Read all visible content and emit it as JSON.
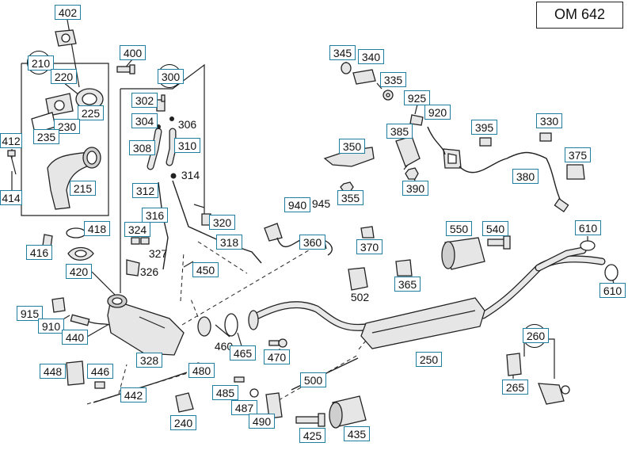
{
  "title": "OM 642",
  "parts": {
    "p402": "402",
    "p400": "400",
    "p210": "210",
    "p220": "220",
    "p225": "225",
    "p230": "230",
    "p235": "235",
    "p412": "412",
    "p414": "414",
    "p215": "215",
    "p418": "418",
    "p416": "416",
    "p420": "420",
    "p300": "300",
    "p302": "302",
    "p304": "304",
    "p306": "306",
    "p308": "308",
    "p310": "310",
    "p312": "312",
    "p314": "314",
    "p316": "316",
    "p320": "320",
    "p324": "324",
    "p327": "327",
    "p326": "326",
    "p318": "318",
    "p450": "450",
    "p345": "345",
    "p340": "340",
    "p335": "335",
    "p925": "925",
    "p920": "920",
    "p395": "395",
    "p330": "330",
    "p375": "375",
    "p380": "380",
    "p385": "385",
    "p390": "390",
    "p350": "350",
    "p355": "355",
    "p940": "940",
    "p945": "945",
    "p360": "360",
    "p370": "370",
    "p365": "365",
    "p502": "502",
    "p550": "550",
    "p540": "540",
    "p610a": "610",
    "p610b": "610",
    "p915": "915",
    "p910": "910",
    "p440": "440",
    "p328": "328",
    "p460": "460",
    "p465": "465",
    "p470": "470",
    "p448": "448",
    "p446": "446",
    "p442": "442",
    "p480": "480",
    "p485": "485",
    "p487": "487",
    "p490": "490",
    "p500": "500",
    "p250": "250",
    "p260": "260",
    "p265": "265",
    "p240": "240",
    "p425": "425",
    "p435": "435"
  }
}
